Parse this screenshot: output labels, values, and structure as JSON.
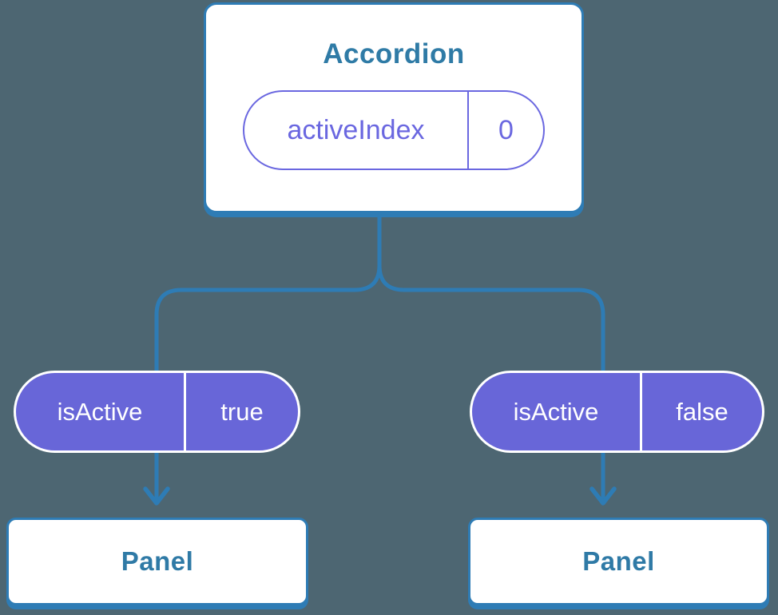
{
  "canvas": {
    "background": "#4d6672"
  },
  "colors": {
    "canvas_bg": "#4d6672",
    "connector": "#2e7cb5",
    "card_border": "#2e7cb5",
    "card_bg": "#ffffff",
    "title_text": "#2f7ba6",
    "state_accent": "#6a67e0",
    "prop_fill": "#6866d8",
    "prop_text": "#ffffff",
    "panel_text": "#2f7aa6"
  },
  "diagram": {
    "root": {
      "title": "Accordion",
      "state": {
        "name": "activeIndex",
        "value": "0"
      }
    },
    "children": [
      {
        "label": "Panel",
        "prop": {
          "name": "isActive",
          "value": "true"
        }
      },
      {
        "label": "Panel",
        "prop": {
          "name": "isActive",
          "value": "false"
        }
      }
    ]
  }
}
